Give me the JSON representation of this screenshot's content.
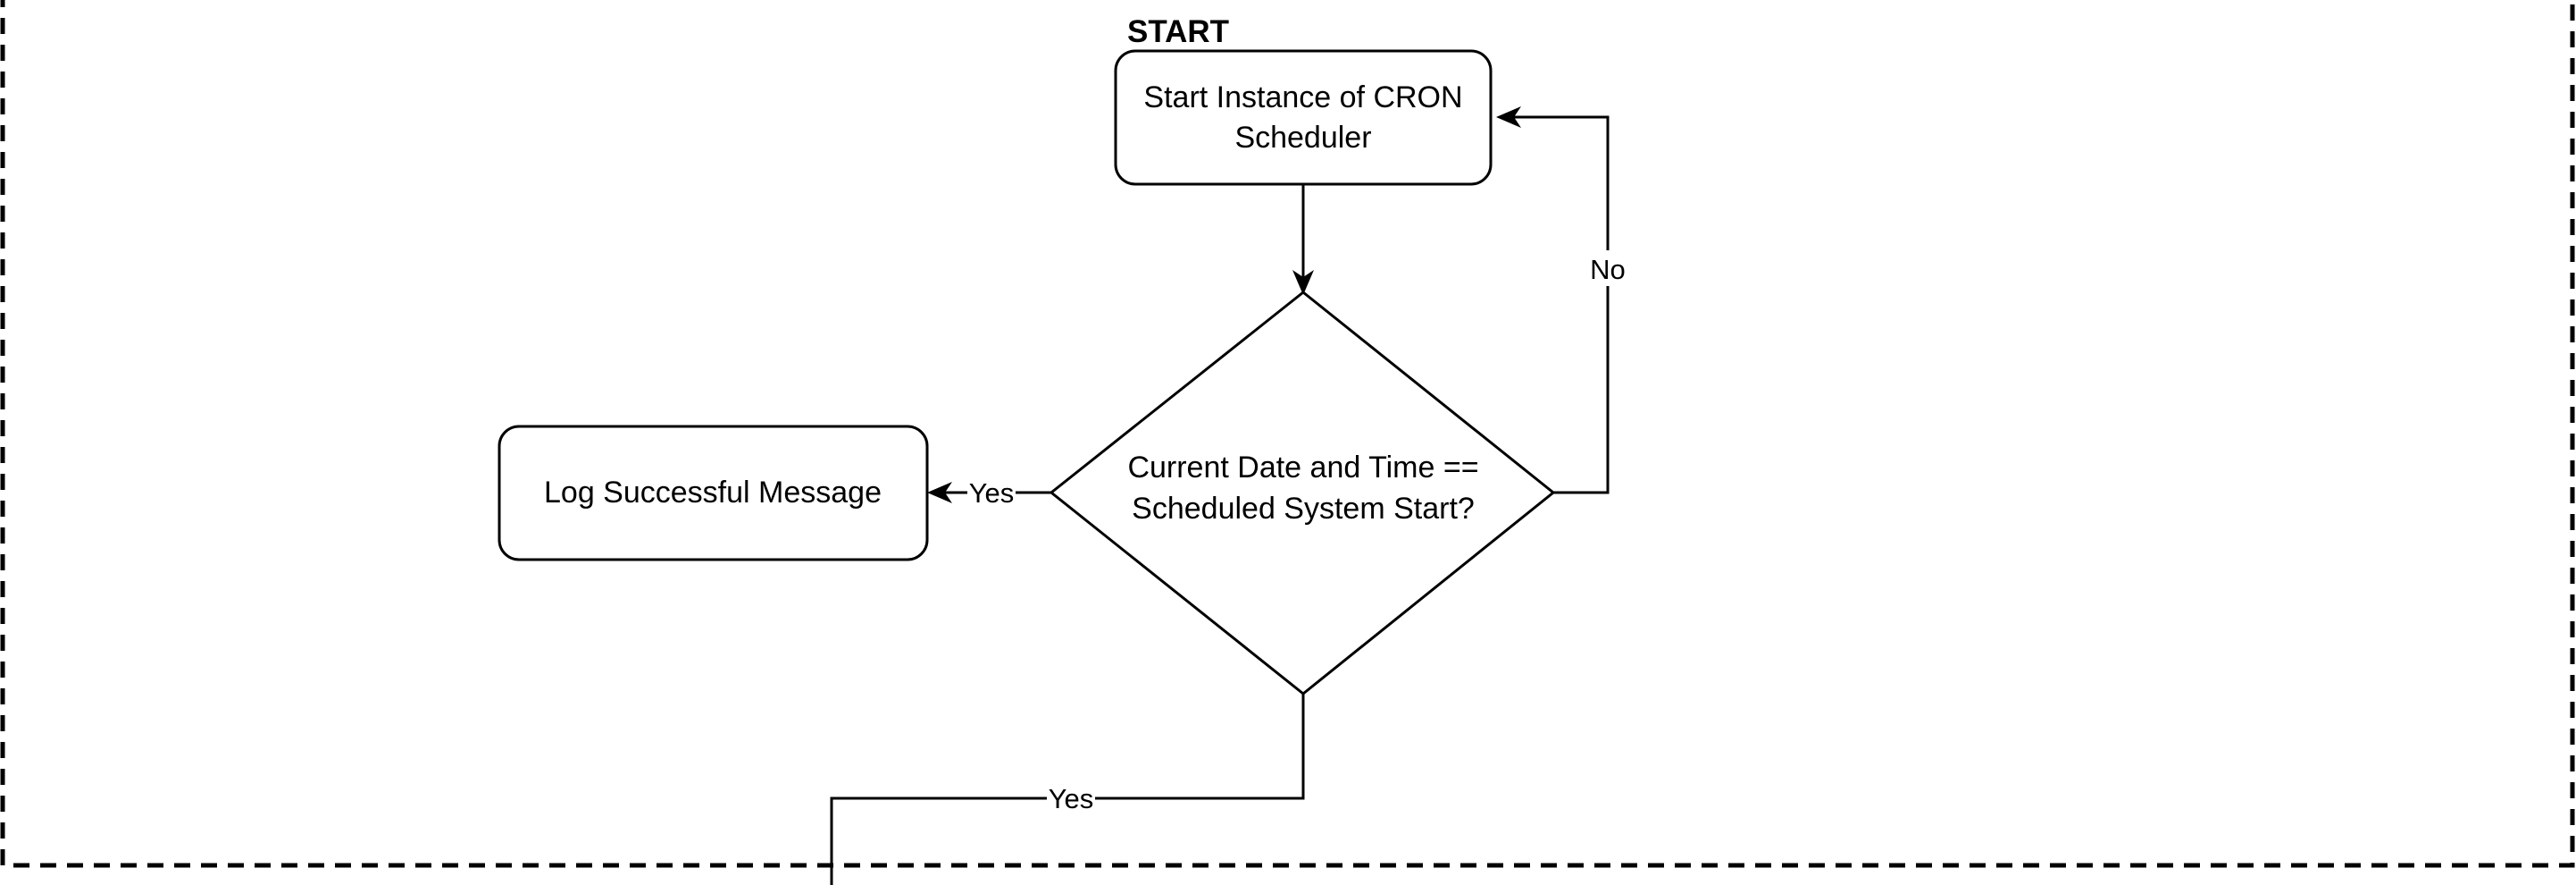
{
  "diagram": {
    "title": "START",
    "nodes": {
      "start": {
        "line1": "Start Instance of CRON",
        "line2": "Scheduler"
      },
      "decision": {
        "line1": "Current Date and Time ==",
        "line2": "Scheduled System Start?"
      },
      "log": {
        "text": "Log Successful Message"
      }
    },
    "edges": {
      "no_label": "No",
      "yes_left_label": "Yes",
      "yes_down_label": "Yes"
    },
    "colors": {
      "stroke": "#000000",
      "fill": "#ffffff"
    }
  }
}
